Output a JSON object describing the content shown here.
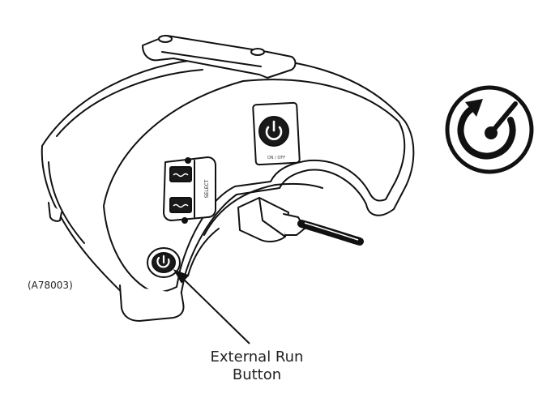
{
  "figure": {
    "id": "(A78003)",
    "callout_line1": "External Run",
    "callout_line2": "Button"
  },
  "panel": {
    "select_label": "SELECT",
    "onoff_label": "ON / OFF",
    "mode_top_label": "",
    "mode_bottom_label": ""
  },
  "icons": {
    "power": "power-icon",
    "run_timer": "run-timer-icon",
    "mode_top": "pool-mode-icon",
    "mode_bottom": "spa-mode-icon"
  },
  "colors": {
    "line": "#111111",
    "body": "#ffffff",
    "button": "#1a1a1a"
  }
}
